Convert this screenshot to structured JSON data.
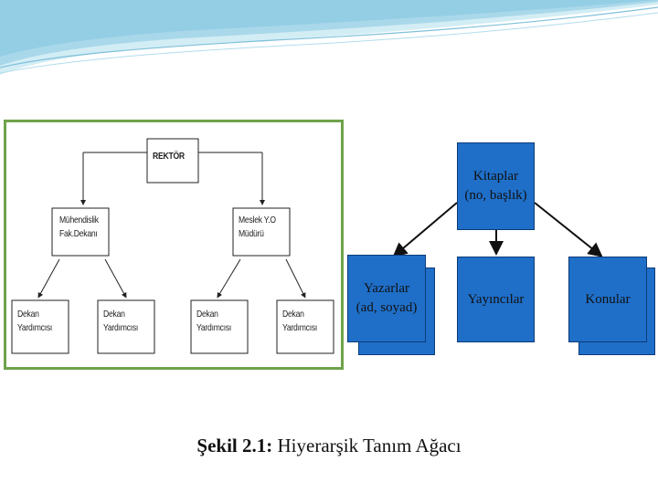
{
  "caption": {
    "prefix": "Şekil 2.1:",
    "text": " Hiyerarşik Tanım Ağacı"
  },
  "org_chart": {
    "root": "REKTÖR",
    "level1": [
      {
        "line1": "Mühendislik",
        "line2": "Fak.Dekanı"
      },
      {
        "line1": "Meslek Y.O",
        "line2": "Müdürü"
      }
    ],
    "level2": [
      {
        "line1": "Dekan",
        "line2": "Yardımcısı"
      },
      {
        "line1": "Dekan",
        "line2": "Yardımcısı"
      },
      {
        "line1": "Dekan",
        "line2": "Yardımcısı"
      },
      {
        "line1": "Dekan",
        "line2": "Yardımcısı"
      }
    ]
  },
  "tree": {
    "root": {
      "line1": "Kitaplar",
      "line2": "(no, başlık)"
    },
    "children": [
      {
        "line1": "Yazarlar",
        "line2": "(ad, soyad)"
      },
      {
        "line1": "Yayıncılar",
        "line2": ""
      },
      {
        "line1": "Konular",
        "line2": ""
      }
    ]
  },
  "colors": {
    "box_fill": "#1f6fc9",
    "panel_border": "#6fa24a",
    "header": "#bfe3ef"
  }
}
